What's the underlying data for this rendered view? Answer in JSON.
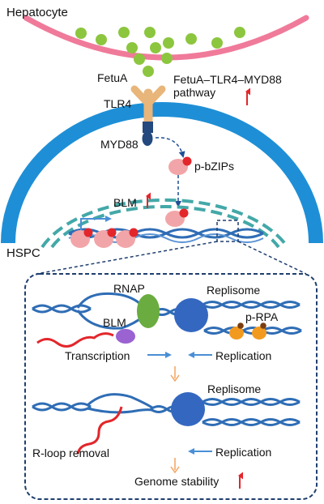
{
  "labels": {
    "hepatocyte": "Hepatocyte",
    "fetua": "FetuA",
    "pathway_line1": "FetuA–TLR4–MYD88",
    "pathway_line2": "pathway",
    "tlr4": "TLR4",
    "myd88": "MYD88",
    "pbzips": "p-bZIPs",
    "blm_nucleus": "BLM",
    "hspc": "HSPC",
    "rnap": "RNAP",
    "replisome_top": "Replisome",
    "blm_inset": "BLM",
    "prpa": "p-RPA",
    "transcription": "Transcription",
    "replication_top": "Replication",
    "replisome_bottom": "Replisome",
    "rloop_removal": "R-loop removal",
    "replication_bottom": "Replication",
    "genome_stability": "Genome stability"
  },
  "colors": {
    "hepatocyte_membrane": "#f07a9a",
    "fetua_dots": "#8cc63f",
    "tlr4": "#e8b57a",
    "myd88": "#23497e",
    "hspc_membrane": "#1e8fd6",
    "nucleus_dashed": "#43a8a8",
    "dna": "#2f6db5",
    "protein_pink": "#f2a5a8",
    "protein_red": "#e3262b",
    "rnap_green": "#6aac3f",
    "replisome_blue": "#3468c0",
    "blm_purple": "#9a63d1",
    "rpa_orange": "#f29a1f",
    "rna_red": "#e3262b",
    "inset_border": "#1f3f6e",
    "up_arrow": "#e3262b",
    "flow_arrow": "#f3a35f"
  },
  "icons": [
    "up-arrow-icon",
    "down-arrow-icon",
    "right-arrow-icon",
    "left-arrow-icon"
  ]
}
